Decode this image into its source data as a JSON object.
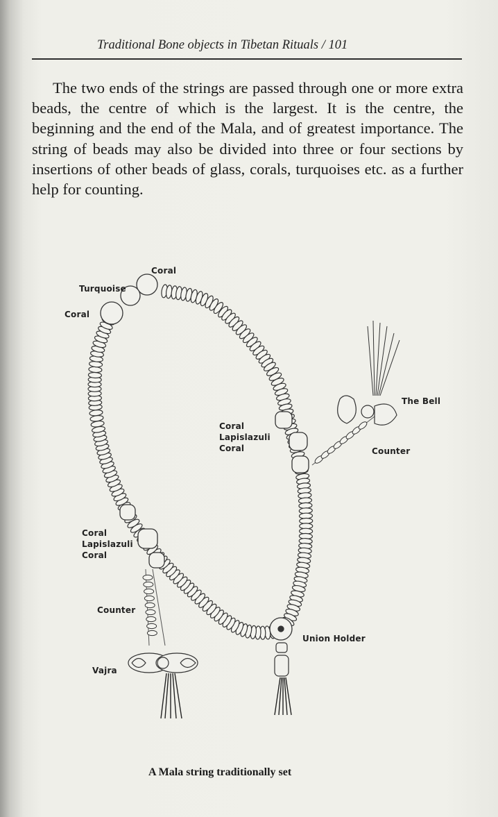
{
  "header": {
    "running_title": "Traditional Bone objects in Tibetan Rituals / 101"
  },
  "paragraph": "The two ends of the strings are passed through one or more extra beads, the centre of which is the largest. It is the centre, the beginning and the end of the Mala, and of greatest importance. The string of beads may also be divided into three or four sections by insertions of other beads of glass, corals, turquoises etc. as a further help for counting.",
  "figure": {
    "labels": {
      "coral_top": "Coral",
      "turquoise": "Turquoise",
      "coral_left": "Coral",
      "the_bell": "The Bell",
      "right_group": [
        "Coral",
        "Lapislazuli",
        "Coral"
      ],
      "counter_right": "Counter",
      "left_group": [
        "Coral",
        "Lapislazuli",
        "Coral"
      ],
      "counter_left": "Counter",
      "union_holder": "Union Holder",
      "vajra": "Vajra"
    },
    "caption": "A Mala string traditionally set"
  }
}
